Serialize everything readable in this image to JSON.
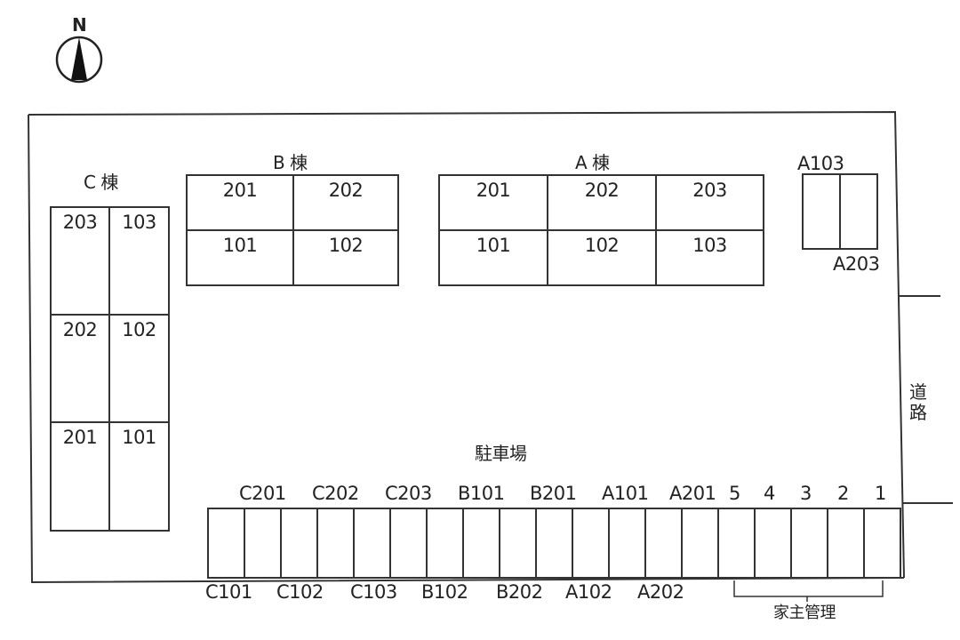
{
  "compass": {
    "label": "N"
  },
  "buildings": {
    "C": {
      "title": "C 棟",
      "units": [
        [
          "203",
          "103"
        ],
        [
          "202",
          "102"
        ],
        [
          "201",
          "101"
        ]
      ]
    },
    "B": {
      "title": "B 棟",
      "units": [
        [
          "201",
          "202"
        ],
        [
          "101",
          "102"
        ]
      ]
    },
    "A": {
      "title": "A 棟",
      "units": [
        [
          "201",
          "202",
          "203"
        ],
        [
          "101",
          "102",
          "103"
        ]
      ]
    },
    "A_annex": {
      "top_label": "A103",
      "bottom_label": "A203"
    }
  },
  "parking": {
    "title": "駐車場",
    "top_labels": [
      "C201",
      "C202",
      "C203",
      "B101",
      "B201",
      "A101",
      "A201",
      "5",
      "4",
      "3",
      "2",
      "1"
    ],
    "bottom_labels": [
      "C101",
      "C102",
      "C103",
      "B102",
      "B202",
      "A102",
      "A202"
    ],
    "owner_managed_label": "家主管理",
    "space_count": 19
  },
  "road": {
    "label": "道路"
  }
}
